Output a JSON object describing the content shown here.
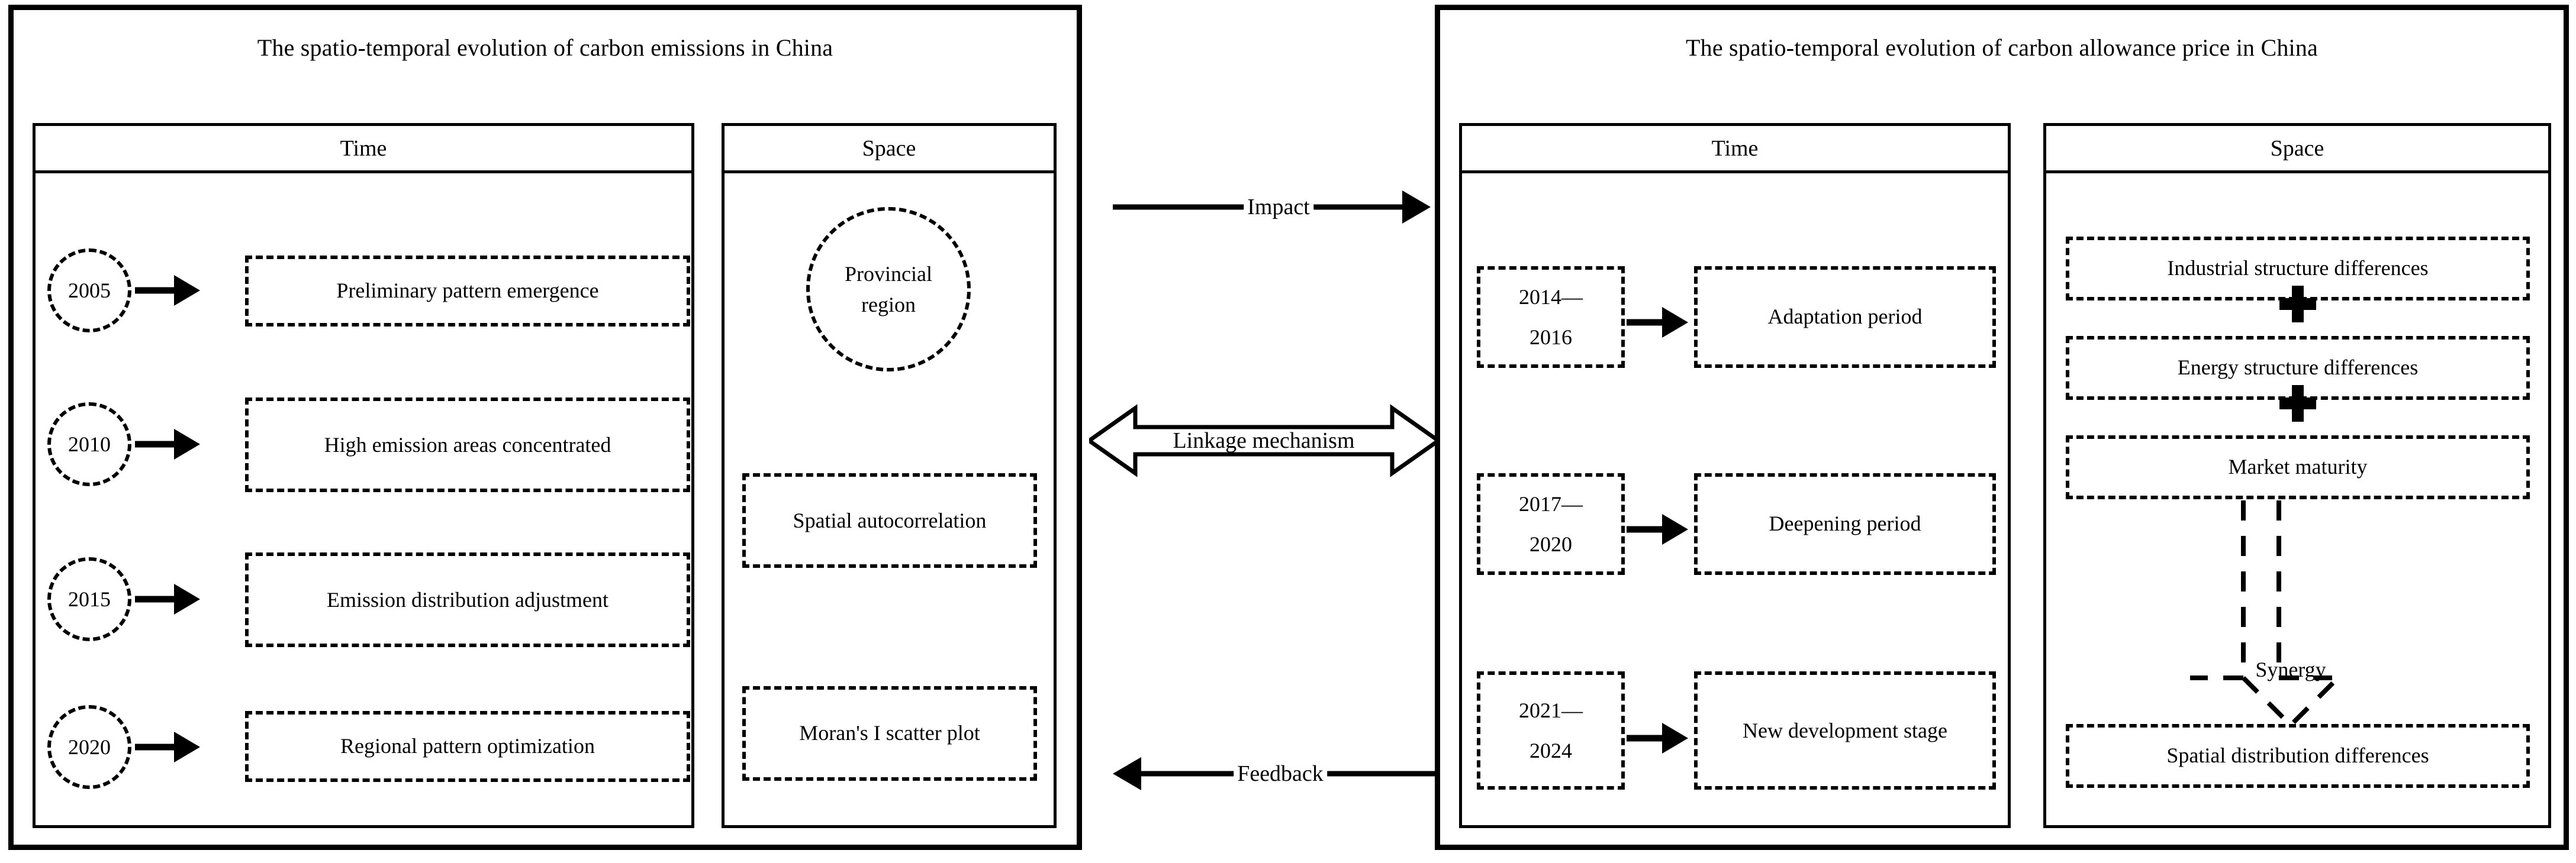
{
  "left_panel": {
    "title": "The spatio-temporal evolution of carbon emissions in China",
    "time_column": {
      "header": "Time",
      "rows": [
        {
          "year": "2005",
          "label": "Preliminary pattern emergence"
        },
        {
          "year": "2010",
          "label": "High emission areas concentrated"
        },
        {
          "year": "2015",
          "label": "Emission distribution adjustment"
        },
        {
          "year": "2020",
          "label": "Regional pattern optimization"
        }
      ]
    },
    "space_column": {
      "header": "Space",
      "circle": "Provincial region",
      "boxes": [
        "Spatial autocorrelation",
        "Moran's I scatter plot"
      ]
    }
  },
  "right_panel": {
    "title": "The spatio-temporal evolution of carbon allowance price in China",
    "time_column": {
      "header": "Time",
      "rows": [
        {
          "year": "2014—\n2016",
          "label": "Adaptation period"
        },
        {
          "year": "2017—\n2020",
          "label": "Deepening period"
        },
        {
          "year": "2021—\n2024",
          "label": "New development stage"
        }
      ]
    },
    "space_column": {
      "header": "Space",
      "boxes": [
        "Industrial structure differences",
        "Energy structure differences",
        "Market maturity",
        "Spatial distribution differences"
      ],
      "operators": [
        "+",
        "+"
      ],
      "synergy_label": "Synergy"
    }
  },
  "connectors": {
    "impact": "Impact",
    "linkage": "Linkage mechanism",
    "feedback": "Feedback"
  },
  "colors": {
    "stroke": "#000000",
    "background": "#ffffff"
  }
}
